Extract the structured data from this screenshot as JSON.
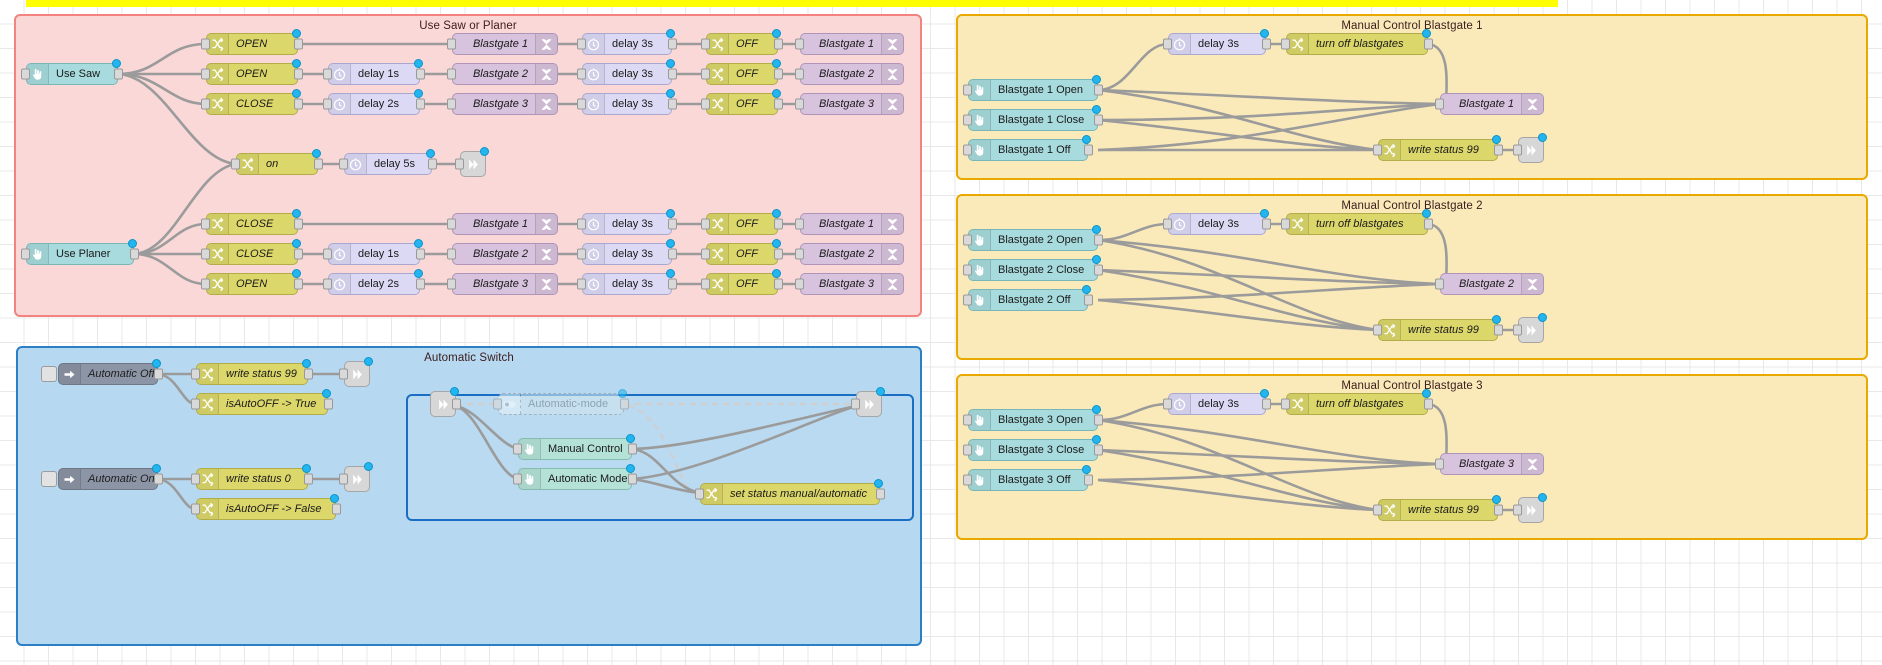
{
  "editor": {
    "title": "Node-RED flow canvas",
    "top_highlight_color": "#ffff00"
  },
  "groups": [
    {
      "id": "use-saw-or-planer",
      "label": "Use Saw or Planer",
      "color": "#fbd8d8",
      "border": "#f2837f"
    },
    {
      "id": "automatic-switch",
      "label": "Automatic Switch",
      "color": "#b6d8f0",
      "border": "#2b7fc4"
    },
    {
      "id": "manual-control-blastgate-1",
      "label": "Manual Control Blastgate 1",
      "color": "#fbeab9",
      "border": "#e9a900"
    },
    {
      "id": "manual-control-blastgate-2",
      "label": "Manual Control Blastgate 2",
      "color": "#fbeab9",
      "border": "#e9a900"
    },
    {
      "id": "manual-control-blastgate-3",
      "label": "Manual Control Blastgate 3",
      "color": "#fbeab9",
      "border": "#e9a900"
    }
  ],
  "saw_planer": {
    "triggers": [
      {
        "label": "Use Saw"
      },
      {
        "label": "Use Planer"
      }
    ],
    "saw_rows": [
      {
        "change": "OPEN",
        "delay_a": "",
        "mqtt": "Blastgate 1",
        "delay_b": "delay 3s",
        "off": "OFF",
        "mqtt2": "Blastgate 1"
      },
      {
        "change": "OPEN",
        "delay_a": "delay 1s",
        "mqtt": "Blastgate 2",
        "delay_b": "delay 3s",
        "off": "OFF",
        "mqtt2": "Blastgate 2"
      },
      {
        "change": "CLOSE",
        "delay_a": "delay 2s",
        "mqtt": "Blastgate 3",
        "delay_b": "delay 3s",
        "off": "OFF",
        "mqtt2": "Blastgate 3"
      }
    ],
    "middle_row": {
      "change": "on",
      "delay": "delay 5s",
      "link_out": ""
    },
    "planer_rows": [
      {
        "change": "CLOSE",
        "delay_a": "",
        "mqtt": "Blastgate 1",
        "delay_b": "delay 3s",
        "off": "OFF",
        "mqtt2": "Blastgate 1"
      },
      {
        "change": "CLOSE",
        "delay_a": "delay 1s",
        "mqtt": "Blastgate 2",
        "delay_b": "delay 3s",
        "off": "OFF",
        "mqtt2": "Blastgate 2"
      },
      {
        "change": "OPEN",
        "delay_a": "delay 2s",
        "mqtt": "Blastgate 3",
        "delay_b": "delay 3s",
        "off": "OFF",
        "mqtt2": "Blastgate 3"
      }
    ]
  },
  "automatic_switch": {
    "rows": [
      {
        "link_in": "Automatic Off",
        "change_main": "write status 99",
        "change_sub": "isAutoOFF -> True",
        "link_out": ""
      },
      {
        "link_in": "Automatic On",
        "change_main": "write status 0",
        "change_sub": "isAutoOFF -> False",
        "link_out": ""
      }
    ],
    "subgroup": {
      "link_in": "",
      "disabled_node": "Automatic-mode",
      "buttons": [
        "Manual Control",
        "Automatic Mode"
      ],
      "change": "set status manual/automatic",
      "link_out": ""
    }
  },
  "manual_panels": [
    {
      "title": "Manual Control Blastgate 1",
      "buttons": [
        "Blastgate 1 Open",
        "Blastgate 1 Close",
        "Blastgate 1 Off"
      ],
      "delay": "delay 3s",
      "turn_off": "turn off blastgates",
      "mqtt": "Blastgate 1",
      "write_status": "write status 99",
      "link_out": ""
    },
    {
      "title": "Manual Control Blastgate 2",
      "buttons": [
        "Blastgate 2 Open",
        "Blastgate 2 Close",
        "Blastgate 2 Off"
      ],
      "delay": "delay 3s",
      "turn_off": "turn off blastgates",
      "mqtt": "Blastgate 2",
      "write_status": "write status 99",
      "link_out": ""
    },
    {
      "title": "Manual Control Blastgate 3",
      "buttons": [
        "Blastgate 3 Open",
        "Blastgate 3 Close",
        "Blastgate 3 Off"
      ],
      "delay": "delay 3s",
      "turn_off": "turn off blastgates",
      "mqtt": "Blastgate 3",
      "write_status": "write status 99",
      "link_out": ""
    }
  ],
  "icons": {
    "change": "change-arrows-icon",
    "delay": "clock-icon",
    "mqtt": "fan-x-icon",
    "button": "hand-pointer-icon",
    "link_in": "link-in-arrow-icon",
    "link_out": "link-out-arrow-icon",
    "toggle": "toggle-switch-icon"
  },
  "colors": {
    "change_node": "#dcd76a",
    "delay_node": "#dcd9f5",
    "mqtt_node": "#d8c3de",
    "button_node": "#a8dbdd",
    "link_node": "#d7d7d7",
    "status_dot": "#22b5f0",
    "wire": "#9b9b9b"
  }
}
